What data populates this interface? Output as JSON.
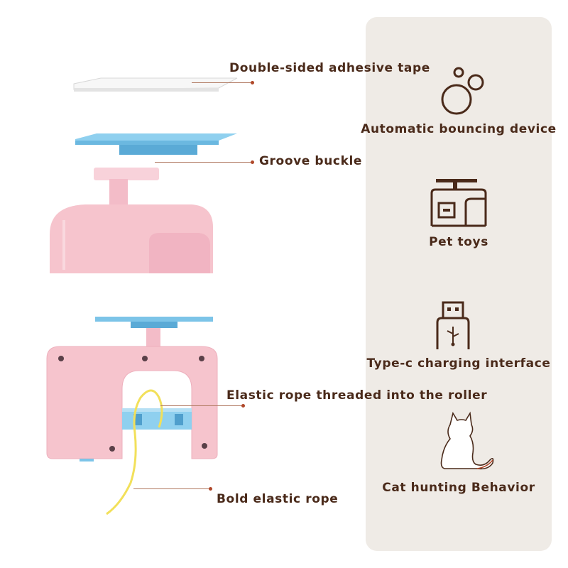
{
  "callouts": {
    "adhesive_tape": "Double-sided adhesive tape",
    "groove_buckle": "Groove buckle",
    "elastic_rope_roller": "Elastic rope threaded into the roller",
    "bold_elastic_rope": "Bold elastic rope"
  },
  "features": [
    {
      "label": "Automatic bouncing device",
      "icon": "bubbles-icon"
    },
    {
      "label": "Pet toys",
      "icon": "cat-furniture-icon"
    },
    {
      "label": "Type-c charging interface",
      "icon": "usb-plug-icon"
    },
    {
      "label": "Cat hunting Behavior",
      "icon": "cat-silhouette-icon"
    }
  ],
  "colors": {
    "panel_bg": "#efebe6",
    "label_text": "#4a2a1a",
    "device_pink": "#f6c6cf",
    "mount_blue": "#7cc4e8",
    "rope_yellow": "#f2e05a",
    "icon_stroke": "#4a2a1a"
  }
}
